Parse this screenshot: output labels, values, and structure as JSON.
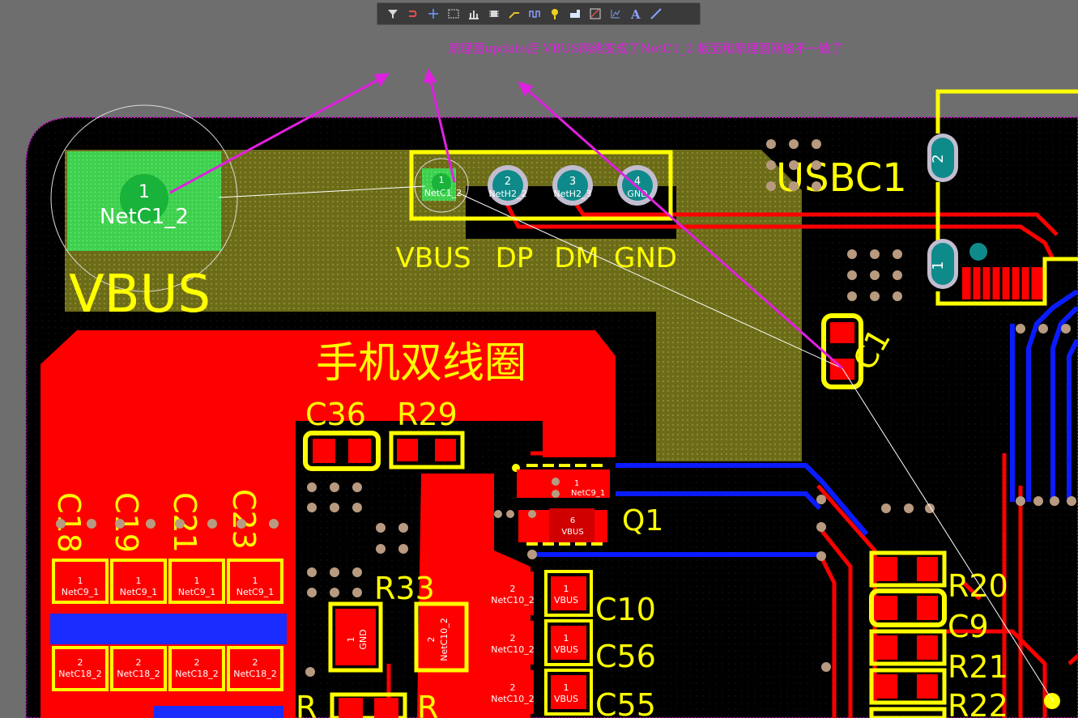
{
  "toolbar": {
    "tools": [
      {
        "icon": "filter-icon"
      },
      {
        "icon": "route-icon"
      },
      {
        "icon": "crosshair-icon"
      },
      {
        "icon": "select-rect-icon"
      },
      {
        "icon": "align-icon"
      },
      {
        "icon": "component-icon"
      },
      {
        "icon": "interactive-route-icon"
      },
      {
        "icon": "length-tune-icon"
      },
      {
        "icon": "pin-icon"
      },
      {
        "icon": "polygon-icon"
      },
      {
        "icon": "diff-pair-icon"
      },
      {
        "icon": "dimension-icon"
      },
      {
        "icon": "text-icon"
      },
      {
        "icon": "line-icon"
      }
    ]
  },
  "annotation": "原理图update后 VBUS网络变成了NetC1_2 板面和原理图网络不一致了",
  "colors": {
    "background": "#6e6e6e",
    "board": "#000000",
    "top_copper": "#ff0000",
    "bottom_copper": "#0000ff",
    "silkscreen": "#ffff00",
    "polygon": "#7a7a10",
    "annotation": "#e020e0",
    "highlight_pad": "#33dd44"
  },
  "labels": {
    "vbus_big": "VBUS",
    "pad_num": "1",
    "pad_net": "NetC1_2",
    "conn_pins": [
      {
        "num": "1",
        "net": "NetC1_2"
      },
      {
        "num": "2",
        "net": "NetH2_2"
      },
      {
        "num": "3",
        "net": "NetH2_3"
      },
      {
        "num": "4",
        "net": "GND"
      }
    ],
    "conn_names": [
      "VBUS",
      "DP",
      "DM",
      "GND"
    ],
    "usbc1": "USBC1",
    "usb_pins": [
      "2",
      "1"
    ],
    "c1": "C1",
    "chinese_coil": "手机双线圈",
    "c36": "C36",
    "r29": "R29",
    "q1": "Q1",
    "q1_pins": [
      {
        "num": "1",
        "net": "NetC9_1"
      },
      {
        "num": "6",
        "net": "VBUS"
      }
    ],
    "r33": "R33",
    "r33_pins": [
      {
        "num": "1",
        "net": "GND"
      },
      {
        "num": "2",
        "net": "NetC10_2"
      }
    ],
    "caps_top": [
      "C18",
      "C19",
      "C21",
      "C23"
    ],
    "cap_pads_1": [
      {
        "num": "1",
        "net": "NetC9_1"
      },
      {
        "num": "1",
        "net": "NetC9_1"
      },
      {
        "num": "1",
        "net": "NetC9_1"
      },
      {
        "num": "1",
        "net": "NetC9_1"
      }
    ],
    "cap_pads_2": [
      {
        "num": "2",
        "net": "NetC18_2"
      },
      {
        "num": "2",
        "net": "NetC18_2"
      },
      {
        "num": "2",
        "net": "NetC18_2"
      },
      {
        "num": "2",
        "net": "NetC18_2"
      }
    ],
    "c10_pads": [
      {
        "num": "2",
        "net": "NetC10_2"
      },
      {
        "num": "1",
        "net": "VBUS"
      }
    ],
    "c56_pads": [
      {
        "num": "2",
        "net": "NetC10_2"
      },
      {
        "num": "1",
        "net": "VBUS"
      }
    ],
    "c55_pads": [
      {
        "num": "2",
        "net": "NetC10_2"
      },
      {
        "num": "1",
        "net": "VBUS"
      }
    ],
    "c10": "C10",
    "c56": "C56",
    "c55": "C55",
    "right_refs": [
      "R20",
      "C9",
      "R21",
      "R22"
    ],
    "partial_r_left": "R",
    "partial_r_mid": "R"
  }
}
